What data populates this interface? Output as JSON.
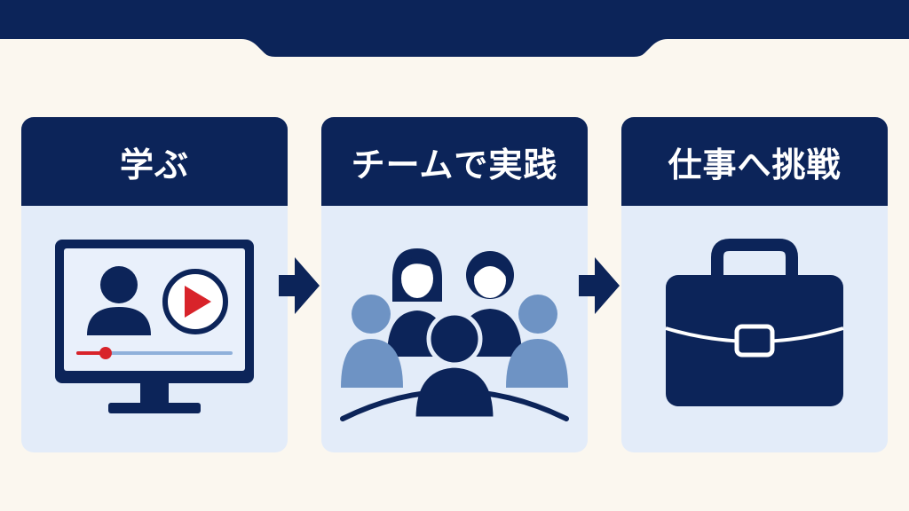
{
  "colors": {
    "navy": "#0c2459",
    "light_blue_card": "#e3ecf9",
    "mid_blue": "#6e93c4",
    "background": "#fbf7ef",
    "red_accent": "#d8232a",
    "progress_track": "#8fb0da"
  },
  "steps": [
    {
      "label": "学ぶ",
      "icon": "video-lesson-monitor-icon"
    },
    {
      "label": "チームで実践",
      "icon": "team-group-icon"
    },
    {
      "label": "仕事へ挑戦",
      "icon": "briefcase-icon"
    }
  ],
  "video_progress": 0.18,
  "connectors": [
    "arrow-right-icon",
    "arrow-right-icon"
  ]
}
